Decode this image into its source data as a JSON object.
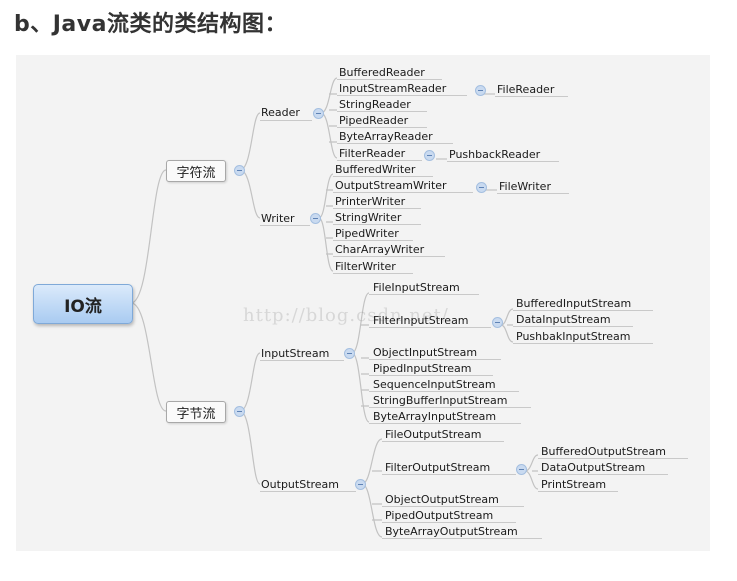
{
  "heading": "b、Java流类的类结构图：",
  "watermark": "http://blog.csdn.net/",
  "root": "IO流",
  "char_stream": {
    "label": "字符流",
    "reader": {
      "label": "Reader",
      "children": [
        "BufferedReader",
        "InputStreamReader",
        "StringReader",
        "PipedReader",
        "ByteArrayReader",
        "FilterReader"
      ],
      "input_stream_reader_child": "FileReader",
      "filter_reader_child": "PushbackReader"
    },
    "writer": {
      "label": "Writer",
      "children": [
        "BufferedWriter",
        "OutputStreamWriter",
        "PrinterWriter",
        "StringWriter",
        "PipedWriter",
        "CharArrayWriter",
        "FilterWriter"
      ],
      "output_stream_writer_child": "FileWriter"
    }
  },
  "byte_stream": {
    "label": "字节流",
    "input_stream": {
      "label": "InputStream",
      "children": [
        "FileInputStream",
        "FilterInputStream",
        "ObjectInputStream",
        "PipedInputStream",
        "SequenceInputStream",
        "StringBufferInputStream",
        "ByteArrayInputStream"
      ],
      "filter_input_stream_children": [
        "BufferedInputStream",
        "DataInputStream",
        "PushbakInputStream"
      ]
    },
    "output_stream": {
      "label": "OutputStream",
      "children": [
        "FileOutputStream",
        "FilterOutputStream",
        "ObjectOutputStream",
        "PipedOutputStream",
        "ByteArrayOutputStream"
      ],
      "filter_output_stream_children": [
        "BufferedOutputStream",
        "DataOutputStream",
        "PrintStream"
      ]
    }
  }
}
